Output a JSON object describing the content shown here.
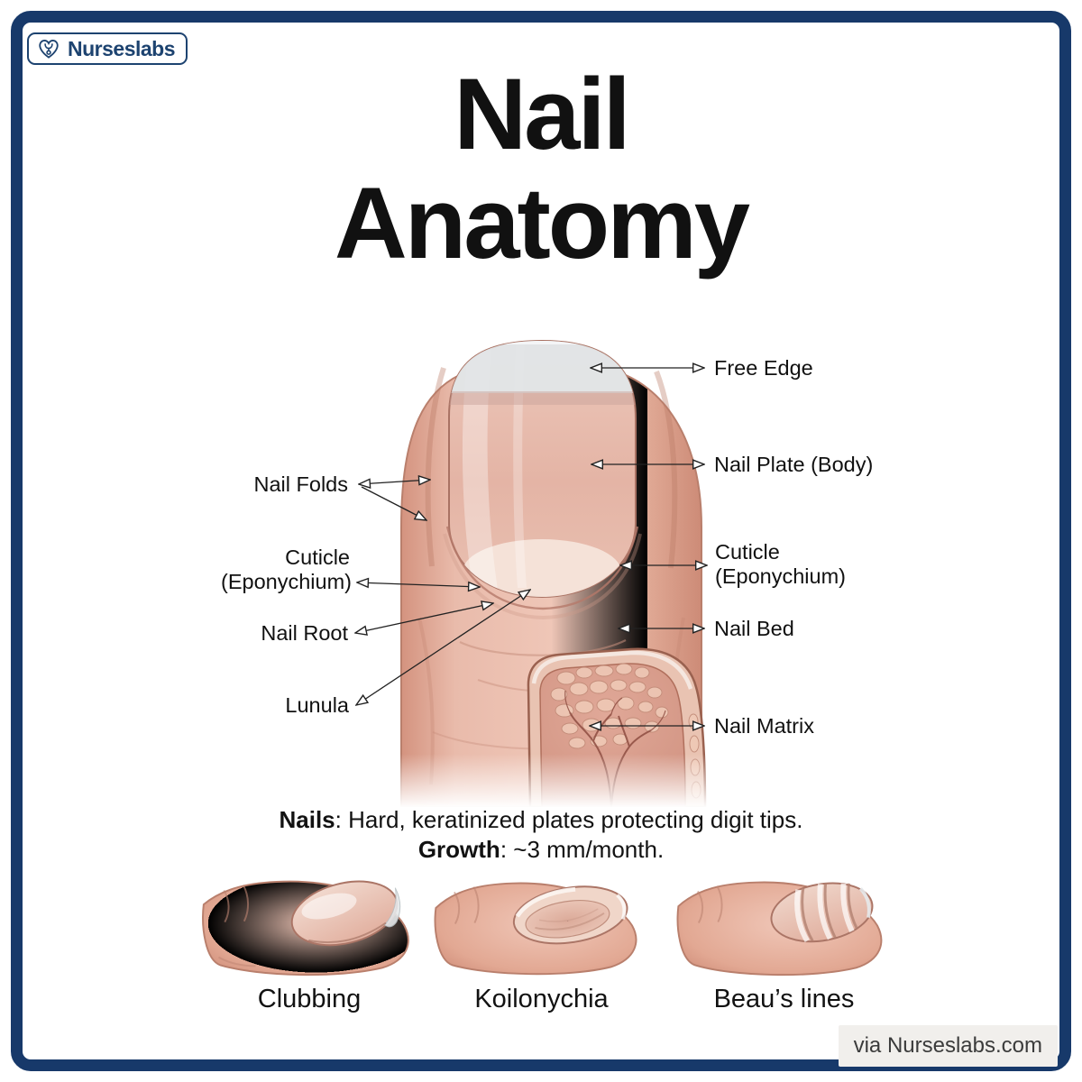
{
  "header": {
    "logo_text": "Nurseslabs",
    "title_line1": "Nail",
    "title_line2": "Anatomy"
  },
  "diagram": {
    "labels": {
      "free_edge": "Free Edge",
      "nail_plate": "Nail Plate (Body)",
      "cuticle_right_line1": "Cuticle",
      "cuticle_right_line2": "(Eponychium)",
      "nail_bed": "Nail Bed",
      "nail_matrix": "Nail Matrix",
      "nail_folds": "Nail Folds",
      "cuticle_left_line1": "Cuticle",
      "cuticle_left_line2": "(Eponychium)",
      "nail_root": "Nail Root",
      "lunula": "Lunula"
    }
  },
  "caption": {
    "term1": "Nails",
    "desc1": ": Hard, keratinized plates protecting digit tips.",
    "term2": "Growth",
    "desc2": ": ~3 mm/month."
  },
  "conditions": [
    {
      "label": "Clubbing"
    },
    {
      "label": "Koilonychia"
    },
    {
      "label": "Beau’s lines"
    }
  ],
  "footer": {
    "attribution": "via Nurseslabs.com"
  },
  "colors": {
    "navy": "#17396a",
    "skin": "#e8b7a7",
    "skin_shadow": "#c98876",
    "nail_plate": "#e6bcae",
    "free_edge": "#e2e6e8",
    "lunula": "#f5e4da",
    "matrix": "#d89a89",
    "badge_bg": "#f1efec",
    "label_text": "#111111"
  }
}
